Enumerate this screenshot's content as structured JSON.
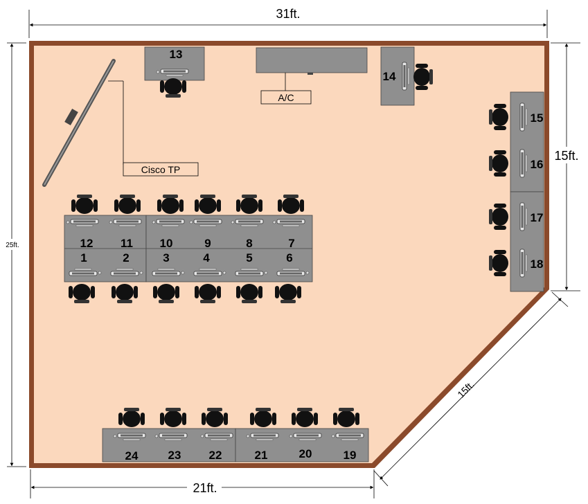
{
  "dimensions": {
    "top": "31ft.",
    "left": "25ft.",
    "right": "15ft.",
    "diagonal": "15ft.",
    "bottom": "21ft."
  },
  "labels": {
    "ac": "A/C",
    "cisco": "Cisco TP"
  },
  "seats": {
    "s1": "1",
    "s2": "2",
    "s3": "3",
    "s4": "4",
    "s5": "5",
    "s6": "6",
    "s7": "7",
    "s8": "8",
    "s9": "9",
    "s10": "10",
    "s11": "11",
    "s12": "12",
    "s13": "13",
    "s14": "14",
    "s15": "15",
    "s16": "16",
    "s17": "17",
    "s18": "18",
    "s19": "19",
    "s20": "20",
    "s21": "21",
    "s22": "22",
    "s23": "23",
    "s24": "24"
  },
  "colors": {
    "floor": "#fbd8bd",
    "wall": "#8b4a2b",
    "desk": "#8f8f8f",
    "chair": "#111111"
  }
}
